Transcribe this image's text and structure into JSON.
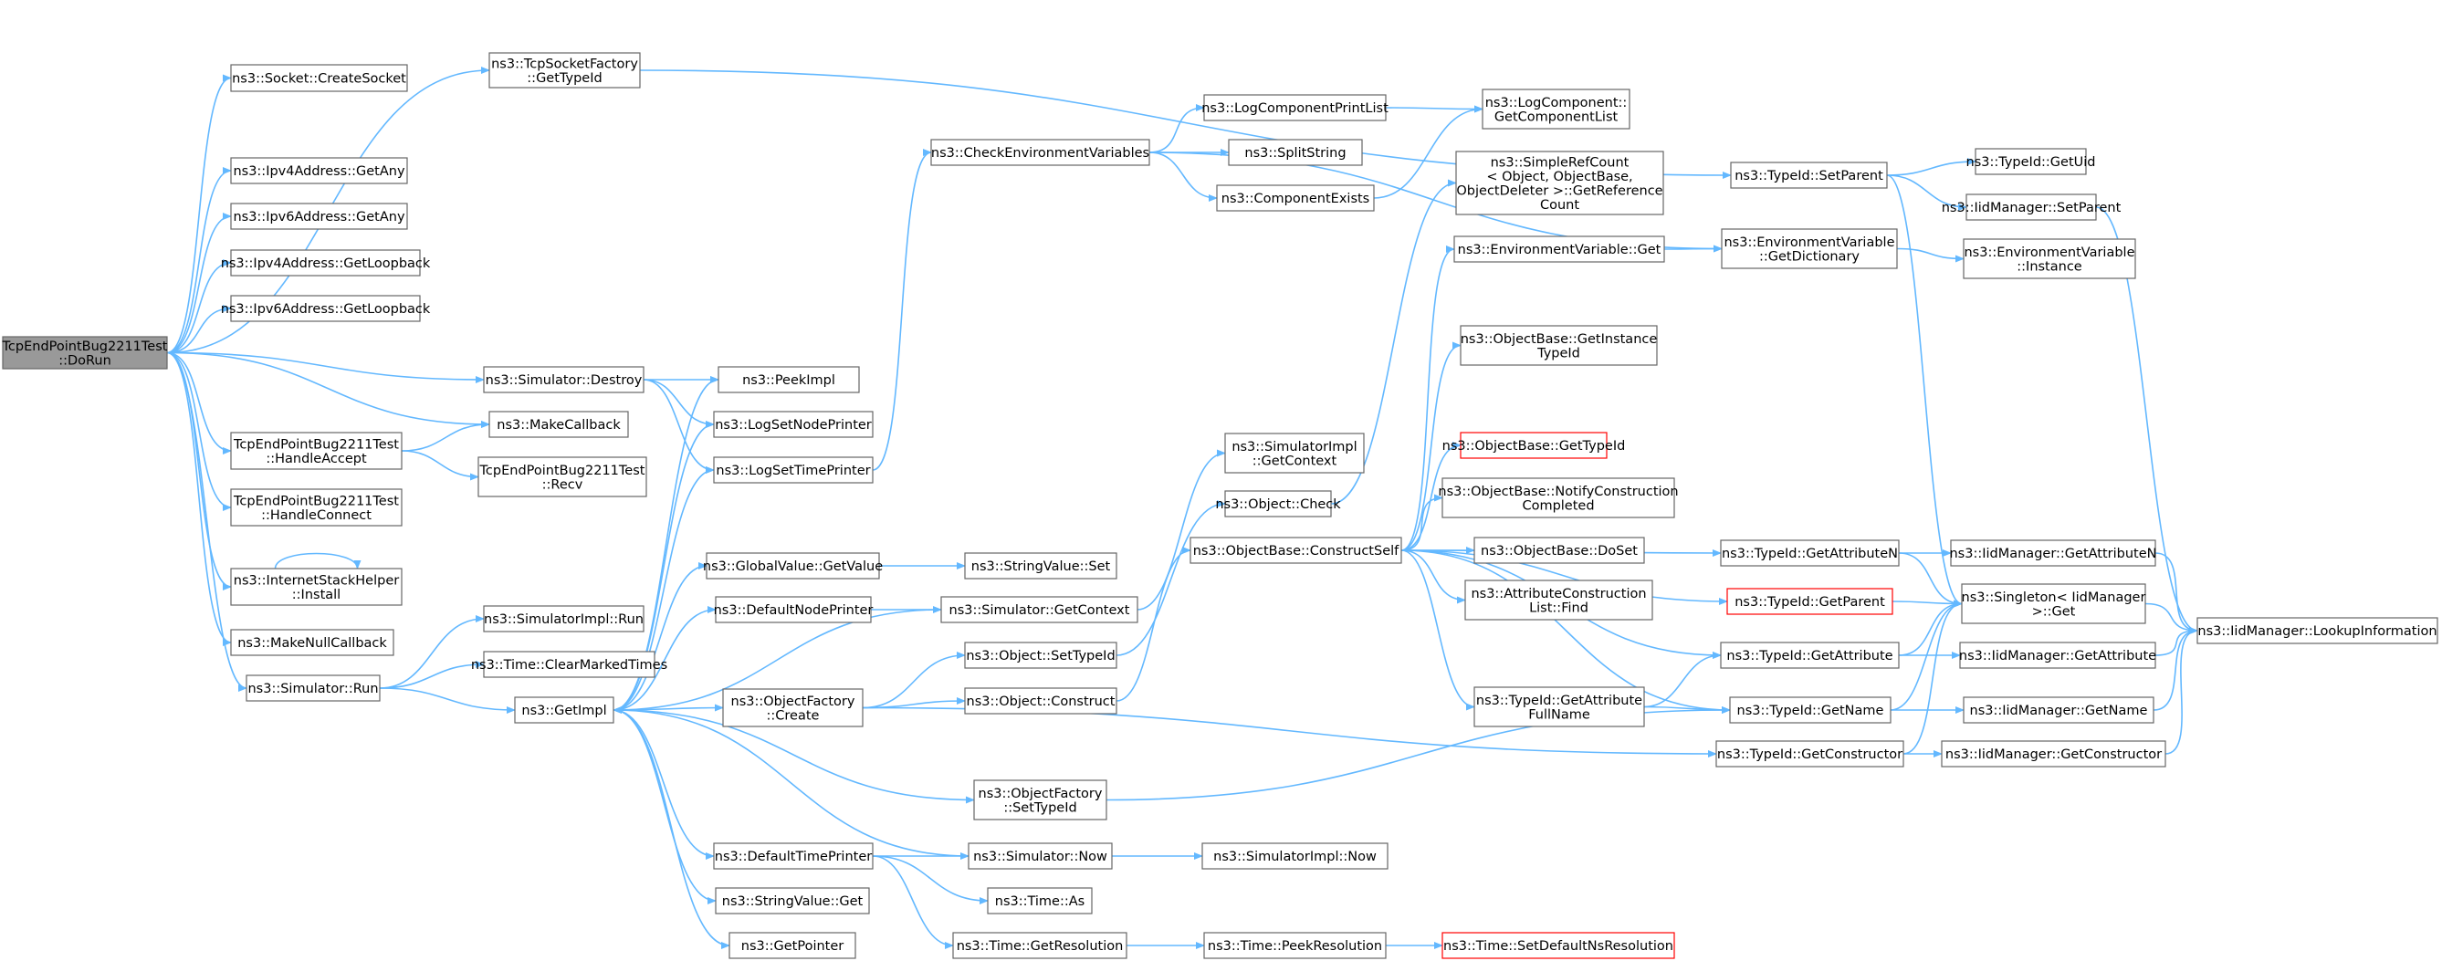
{
  "colors": {
    "edge": "#63b8ff",
    "node_fill": "#ffffff",
    "node_border": "#666666",
    "root_fill": "#999999",
    "root_border": "#666666",
    "truncated_border": "#ff0000"
  },
  "graph": {
    "nodes": [
      {
        "id": "root",
        "lines": [
          "TcpEndPointBug2211Test",
          "::DoRun"
        ],
        "style": "root"
      },
      {
        "id": "createSocket",
        "lines": [
          "ns3::Socket::CreateSocket"
        ]
      },
      {
        "id": "tcpFactory",
        "lines": [
          "ns3::TcpSocketFactory",
          "::GetTypeId"
        ]
      },
      {
        "id": "ipv4Any",
        "lines": [
          "ns3::Ipv4Address::GetAny"
        ]
      },
      {
        "id": "ipv6Any",
        "lines": [
          "ns3::Ipv6Address::GetAny"
        ]
      },
      {
        "id": "ipv4Loop",
        "lines": [
          "ns3::Ipv4Address::GetLoopback"
        ]
      },
      {
        "id": "ipv6Loop",
        "lines": [
          "ns3::Ipv6Address::GetLoopback"
        ]
      },
      {
        "id": "simDestroy",
        "lines": [
          "ns3::Simulator::Destroy"
        ]
      },
      {
        "id": "makeCallback",
        "lines": [
          "ns3::MakeCallback"
        ]
      },
      {
        "id": "handleAccept",
        "lines": [
          "TcpEndPointBug2211Test",
          "::HandleAccept"
        ]
      },
      {
        "id": "handleConnect",
        "lines": [
          "TcpEndPointBug2211Test",
          "::HandleConnect"
        ]
      },
      {
        "id": "installHelper",
        "lines": [
          "ns3::InternetStackHelper",
          "::Install"
        ]
      },
      {
        "id": "makeNull",
        "lines": [
          "ns3::MakeNullCallback"
        ]
      },
      {
        "id": "simRun",
        "lines": [
          "ns3::Simulator::Run"
        ]
      },
      {
        "id": "recv",
        "lines": [
          "TcpEndPointBug2211Test",
          "::Recv"
        ]
      },
      {
        "id": "implRun",
        "lines": [
          "ns3::SimulatorImpl::Run"
        ]
      },
      {
        "id": "clearMarked",
        "lines": [
          "ns3::Time::ClearMarkedTimes"
        ]
      },
      {
        "id": "getImpl",
        "lines": [
          "ns3::GetImpl"
        ]
      },
      {
        "id": "peekImpl",
        "lines": [
          "ns3::PeekImpl"
        ]
      },
      {
        "id": "logNode",
        "lines": [
          "ns3::LogSetNodePrinter"
        ]
      },
      {
        "id": "logTime",
        "lines": [
          "ns3::LogSetTimePrinter"
        ]
      },
      {
        "id": "globalGet",
        "lines": [
          "ns3::GlobalValue::GetValue"
        ]
      },
      {
        "id": "defNode",
        "lines": [
          "ns3::DefaultNodePrinter"
        ]
      },
      {
        "id": "objFactCreate",
        "lines": [
          "ns3::ObjectFactory",
          "::Create"
        ]
      },
      {
        "id": "defTime",
        "lines": [
          "ns3::DefaultTimePrinter"
        ]
      },
      {
        "id": "strGet",
        "lines": [
          "ns3::StringValue::Get"
        ]
      },
      {
        "id": "getPointer",
        "lines": [
          "ns3::GetPointer"
        ]
      },
      {
        "id": "checkEnv",
        "lines": [
          "ns3::CheckEnvironmentVariables"
        ]
      },
      {
        "id": "implGetCtx",
        "lines": [
          "ns3::SimulatorImpl",
          "::GetContext"
        ]
      },
      {
        "id": "objCheck",
        "lines": [
          "ns3::Object::Check"
        ]
      },
      {
        "id": "strSet",
        "lines": [
          "ns3::StringValue::Set"
        ]
      },
      {
        "id": "simGetCtx",
        "lines": [
          "ns3::Simulator::GetContext"
        ]
      },
      {
        "id": "objSetTid",
        "lines": [
          "ns3::Object::SetTypeId"
        ]
      },
      {
        "id": "objConstruct",
        "lines": [
          "ns3::Object::Construct"
        ]
      },
      {
        "id": "ofSetTid",
        "lines": [
          "ns3::ObjectFactory",
          "::SetTypeId"
        ]
      },
      {
        "id": "simNow",
        "lines": [
          "ns3::Simulator::Now"
        ]
      },
      {
        "id": "timeAs",
        "lines": [
          "ns3::Time::As"
        ]
      },
      {
        "id": "timeGetRes",
        "lines": [
          "ns3::Time::GetResolution"
        ]
      },
      {
        "id": "logPrintList",
        "lines": [
          "ns3::LogComponentPrintList"
        ]
      },
      {
        "id": "splitString",
        "lines": [
          "ns3::SplitString"
        ]
      },
      {
        "id": "compExists",
        "lines": [
          "ns3::ComponentExists"
        ]
      },
      {
        "id": "constructSelf",
        "lines": [
          "ns3::ObjectBase::ConstructSelf"
        ]
      },
      {
        "id": "implNow",
        "lines": [
          "ns3::SimulatorImpl::Now"
        ]
      },
      {
        "id": "peekRes",
        "lines": [
          "ns3::Time::PeekResolution"
        ]
      },
      {
        "id": "logGetList",
        "lines": [
          "ns3::LogComponent::",
          "GetComponentList"
        ]
      },
      {
        "id": "simpleRef",
        "lines": [
          "ns3::SimpleRefCount",
          "< Object, ObjectBase,",
          "ObjectDeleter >::GetReference",
          "Count"
        ]
      },
      {
        "id": "envGet",
        "lines": [
          "ns3::EnvironmentVariable::Get"
        ]
      },
      {
        "id": "obGetInst",
        "lines": [
          "ns3::ObjectBase::GetInstance",
          "TypeId"
        ]
      },
      {
        "id": "obGetTid",
        "lines": [
          "ns3::ObjectBase::GetTypeId"
        ],
        "style": "truncated"
      },
      {
        "id": "obNotify",
        "lines": [
          "ns3::ObjectBase::NotifyConstruction",
          "Completed"
        ]
      },
      {
        "id": "obDoSet",
        "lines": [
          "ns3::ObjectBase::DoSet"
        ]
      },
      {
        "id": "attrFind",
        "lines": [
          "ns3::AttributeConstruction",
          "List::Find"
        ]
      },
      {
        "id": "tidGetAttrFull",
        "lines": [
          "ns3::TypeId::GetAttribute",
          "FullName"
        ]
      },
      {
        "id": "setDefRes",
        "lines": [
          "ns3::Time::SetDefaultNsResolution"
        ],
        "style": "truncated"
      },
      {
        "id": "tidSetParent",
        "lines": [
          "ns3::TypeId::SetParent"
        ]
      },
      {
        "id": "envGetDict",
        "lines": [
          "ns3::EnvironmentVariable",
          "::GetDictionary"
        ]
      },
      {
        "id": "tidGetAttrN",
        "lines": [
          "ns3::TypeId::GetAttributeN"
        ]
      },
      {
        "id": "tidGetParent",
        "lines": [
          "ns3::TypeId::GetParent"
        ],
        "style": "truncated"
      },
      {
        "id": "tidGetAttr",
        "lines": [
          "ns3::TypeId::GetAttribute"
        ]
      },
      {
        "id": "tidGetName",
        "lines": [
          "ns3::TypeId::GetName"
        ]
      },
      {
        "id": "tidGetCtor",
        "lines": [
          "ns3::TypeId::GetConstructor"
        ]
      },
      {
        "id": "tidGetUid",
        "lines": [
          "ns3::TypeId::GetUid"
        ]
      },
      {
        "id": "iidSetParent",
        "lines": [
          "ns3::IidManager::SetParent"
        ]
      },
      {
        "id": "envInstance",
        "lines": [
          "ns3::EnvironmentVariable",
          "::Instance"
        ]
      },
      {
        "id": "iidGetAttrN",
        "lines": [
          "ns3::IidManager::GetAttributeN"
        ]
      },
      {
        "id": "singleton",
        "lines": [
          "ns3::Singleton< IidManager",
          " >::Get"
        ]
      },
      {
        "id": "iidGetAttr",
        "lines": [
          "ns3::IidManager::GetAttribute"
        ]
      },
      {
        "id": "iidGetName",
        "lines": [
          "ns3::IidManager::GetName"
        ]
      },
      {
        "id": "iidGetCtor",
        "lines": [
          "ns3::IidManager::GetConstructor"
        ]
      },
      {
        "id": "iidLookup",
        "lines": [
          "ns3::IidManager::LookupInformation"
        ]
      }
    ],
    "edges": [
      [
        "root",
        "createSocket"
      ],
      [
        "root",
        "tcpFactory"
      ],
      [
        "root",
        "ipv4Any"
      ],
      [
        "root",
        "ipv6Any"
      ],
      [
        "root",
        "ipv4Loop"
      ],
      [
        "root",
        "ipv6Loop"
      ],
      [
        "root",
        "simDestroy"
      ],
      [
        "root",
        "makeCallback"
      ],
      [
        "root",
        "handleAccept"
      ],
      [
        "root",
        "handleConnect"
      ],
      [
        "root",
        "installHelper"
      ],
      [
        "root",
        "makeNull"
      ],
      [
        "root",
        "simRun"
      ],
      [
        "tcpFactory",
        "tidSetParent"
      ],
      [
        "simDestroy",
        "peekImpl"
      ],
      [
        "simDestroy",
        "logNode"
      ],
      [
        "simDestroy",
        "logTime"
      ],
      [
        "handleAccept",
        "makeCallback"
      ],
      [
        "handleAccept",
        "recv"
      ],
      [
        "installHelper",
        "installHelper"
      ],
      [
        "simRun",
        "implRun"
      ],
      [
        "simRun",
        "clearMarked"
      ],
      [
        "simRun",
        "getImpl"
      ],
      [
        "getImpl",
        "peekImpl"
      ],
      [
        "getImpl",
        "logNode"
      ],
      [
        "getImpl",
        "logTime"
      ],
      [
        "getImpl",
        "globalGet"
      ],
      [
        "getImpl",
        "defNode"
      ],
      [
        "getImpl",
        "objFactCreate"
      ],
      [
        "getImpl",
        "defTime"
      ],
      [
        "getImpl",
        "strGet"
      ],
      [
        "getImpl",
        "getPointer"
      ],
      [
        "getImpl",
        "ofSetTid"
      ],
      [
        "logTime",
        "checkEnv"
      ],
      [
        "globalGet",
        "strSet"
      ],
      [
        "defNode",
        "simGetCtx"
      ],
      [
        "simGetCtx",
        "getImpl"
      ],
      [
        "simGetCtx",
        "implGetCtx"
      ],
      [
        "objFactCreate",
        "objSetTid"
      ],
      [
        "objFactCreate",
        "objConstruct"
      ],
      [
        "objFactCreate",
        "tidGetCtor"
      ],
      [
        "defTime",
        "simNow"
      ],
      [
        "defTime",
        "timeAs"
      ],
      [
        "defTime",
        "timeGetRes"
      ],
      [
        "simNow",
        "getImpl"
      ],
      [
        "simNow",
        "implNow"
      ],
      [
        "timeGetRes",
        "peekRes"
      ],
      [
        "peekRes",
        "setDefRes"
      ],
      [
        "objSetTid",
        "objCheck"
      ],
      [
        "objConstruct",
        "constructSelf"
      ],
      [
        "objCheck",
        "simpleRef"
      ],
      [
        "checkEnv",
        "logPrintList"
      ],
      [
        "checkEnv",
        "splitString"
      ],
      [
        "checkEnv",
        "compExists"
      ],
      [
        "checkEnv",
        "envGetDict"
      ],
      [
        "logPrintList",
        "logGetList"
      ],
      [
        "compExists",
        "logGetList"
      ],
      [
        "constructSelf",
        "envGet"
      ],
      [
        "constructSelf",
        "obGetInst"
      ],
      [
        "constructSelf",
        "obGetTid"
      ],
      [
        "constructSelf",
        "obNotify"
      ],
      [
        "constructSelf",
        "obDoSet"
      ],
      [
        "constructSelf",
        "attrFind"
      ],
      [
        "constructSelf",
        "tidGetAttrFull"
      ],
      [
        "constructSelf",
        "tidGetAttrN"
      ],
      [
        "constructSelf",
        "tidGetParent"
      ],
      [
        "constructSelf",
        "tidGetAttr"
      ],
      [
        "constructSelf",
        "tidGetName"
      ],
      [
        "ofSetTid",
        "tidGetName"
      ],
      [
        "envGet",
        "envGetDict"
      ],
      [
        "tidGetAttrFull",
        "tidGetAttr"
      ],
      [
        "tidGetAttrFull",
        "tidGetName"
      ],
      [
        "tidSetParent",
        "tidGetUid"
      ],
      [
        "tidSetParent",
        "iidSetParent"
      ],
      [
        "tidSetParent",
        "singleton"
      ],
      [
        "envGetDict",
        "envInstance"
      ],
      [
        "tidGetAttrN",
        "iidGetAttrN"
      ],
      [
        "tidGetAttrN",
        "singleton"
      ],
      [
        "tidGetParent",
        "singleton"
      ],
      [
        "tidGetAttr",
        "singleton"
      ],
      [
        "tidGetAttr",
        "iidGetAttr"
      ],
      [
        "tidGetName",
        "singleton"
      ],
      [
        "tidGetName",
        "iidGetName"
      ],
      [
        "tidGetCtor",
        "singleton"
      ],
      [
        "tidGetCtor",
        "iidGetCtor"
      ],
      [
        "iidSetParent",
        "iidLookup"
      ],
      [
        "iidGetAttrN",
        "iidLookup"
      ],
      [
        "singleton",
        "iidLookup"
      ],
      [
        "iidGetAttr",
        "iidLookup"
      ],
      [
        "iidGetName",
        "iidLookup"
      ],
      [
        "iidGetCtor",
        "iidLookup"
      ]
    ]
  }
}
